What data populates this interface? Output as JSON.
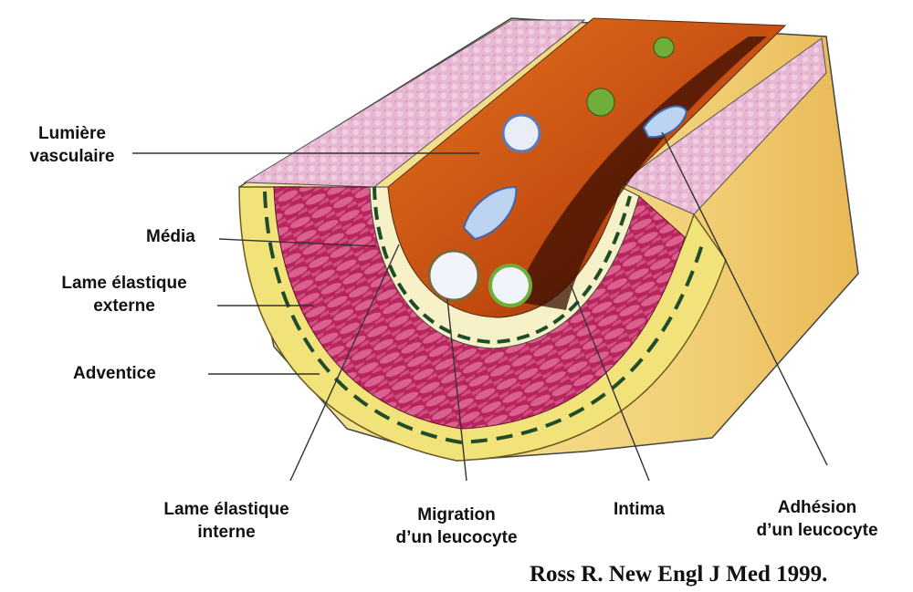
{
  "labels": {
    "lumiere": [
      "Lumière",
      "vasculaire"
    ],
    "media": "Média",
    "lame_externe": [
      "Lame élastique",
      "externe"
    ],
    "adventice": "Adventice",
    "lame_interne": [
      "Lame élastique",
      "interne"
    ],
    "migration": [
      "Migration",
      "d’un leucocyte"
    ],
    "intima": "Intima",
    "adhesion": [
      "Adhésion",
      "d’un leucocyte"
    ]
  },
  "citation": "Ross R. New Engl J Med 1999.",
  "colors": {
    "adventitia": "#f1e27a",
    "media": "#b8245c",
    "lumen": "#d8621a",
    "intima": "#f6f1c6",
    "elastic_lamina": "#1f4d2c",
    "wall_section_top": "#e6b8d4",
    "leader_line": "#333333"
  }
}
